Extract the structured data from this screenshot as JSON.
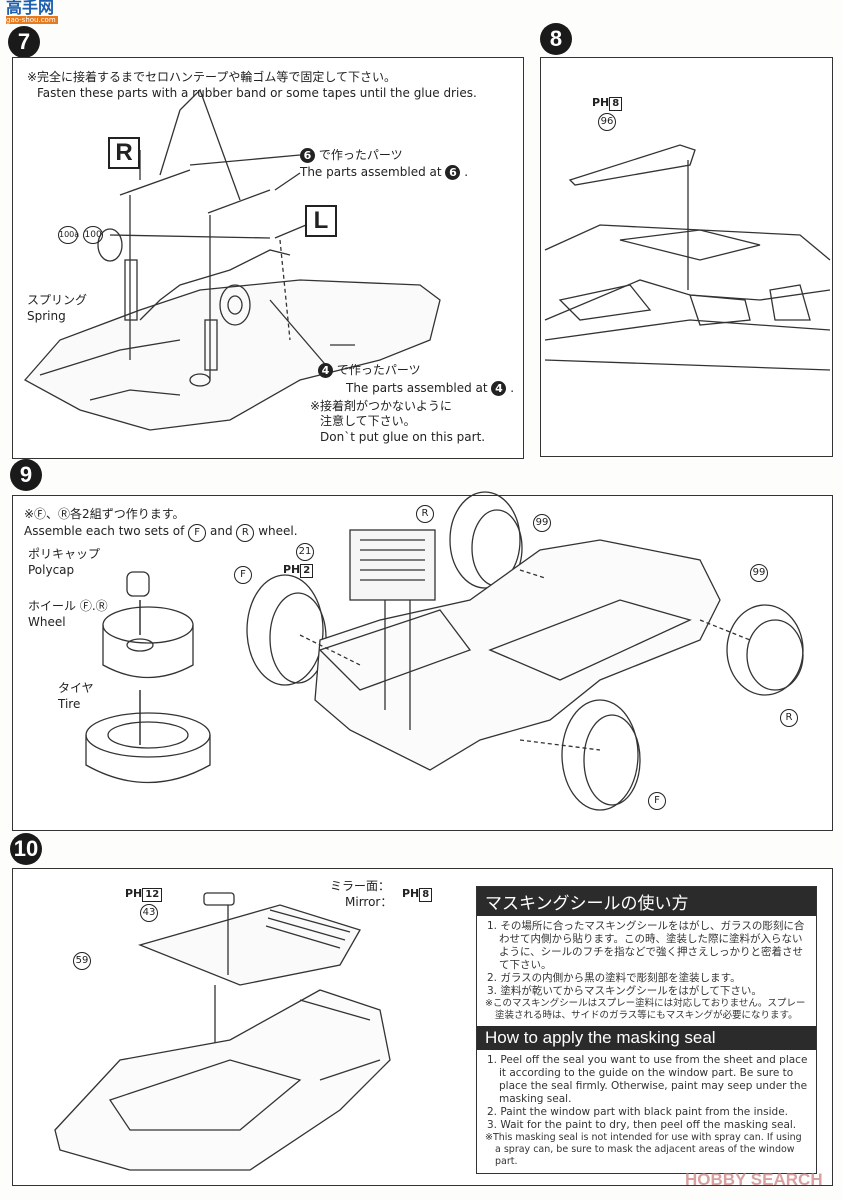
{
  "watermark_top": {
    "chars": "高手网",
    "url_text": "gao-shou.com"
  },
  "watermark_bottom": "HOBBY SEARCH",
  "step7": {
    "number": "7",
    "note_jp": "※完全に接着するまでセロハンテープや輪ゴム等で固定して下さい。",
    "note_en": "Fasten these parts with a rubber band or some tapes until the glue dries.",
    "side_r": "R",
    "side_l": "L",
    "ref6_num": "6",
    "ref6_jp": "で作ったパーツ",
    "ref6_en": "The parts assembled at",
    "ref6_en_num": "6",
    "part_a": "100a",
    "part_b": "100",
    "spring_jp": "スプリング",
    "spring_en": "Spring",
    "ref4_num": "4",
    "ref4_jp": "で作ったパーツ",
    "ref4_en": "The parts assembled at",
    "ref4_en_num": "4",
    "glue_jp1": "※接着剤がつかないように",
    "glue_jp2": "注意して下さい。",
    "glue_en": "Don`t put glue on this part."
  },
  "step8": {
    "number": "8",
    "paint_prefix": "PH",
    "paint_num": "8",
    "part": "96"
  },
  "step9": {
    "number": "9",
    "note_jp": "※Ⓕ、Ⓡ各2組ずつ作ります。",
    "note_en_a": "Assemble each two sets of",
    "note_en_f": "F",
    "note_en_and": "and",
    "note_en_r": "R",
    "note_en_b": "wheel.",
    "polycap_jp": "ポリキャップ",
    "polycap_en": "Polycap",
    "wheel_jp": "ホイール Ⓕ.Ⓡ",
    "wheel_en": "Wheel",
    "tire_jp": "タイヤ",
    "tire_en": "Tire",
    "label_f": "F",
    "label_r": "R",
    "part_21": "21",
    "paint_prefix": "PH",
    "paint_num": "2",
    "part_99": "99"
  },
  "step10": {
    "number": "10",
    "paint_prefix": "PH",
    "mirror_paint_num": "12",
    "part_43": "43",
    "part_59": "59",
    "mirror_face_jp": "ミラー面：",
    "mirror_face_en": "Mirror：",
    "mirror_face_paint_num": "8"
  },
  "masking": {
    "title_jp": "マスキングシールの使い方",
    "items_jp": [
      "1. その場所に合ったマスキングシールをはがし、ガラスの彫刻に合わせて内側から貼ります。この時、塗装した際に塗料が入らないように、シールのフチを指などで強く押さえしっかりと密着させて下さい。",
      "2. ガラスの内側から黒の塗料で彫刻部を塗装します。",
      "3. 塗料が乾いてからマスキングシールをはがして下さい。"
    ],
    "note_jp": "※このマスキングシールはスプレー塗料には対応しておりません。スプレー塗装される時は、サイドのガラス等にもマスキングが必要になります。",
    "title_en": "How to apply the masking seal",
    "items_en": [
      "1. Peel off the seal you want to use from the sheet and place it according to the guide on the window part. Be sure to place the seal firmly. Otherwise, paint may seep under the masking seal.",
      "2. Paint the window part with black paint from the inside.",
      "3. Wait for the paint to dry, then peel off the masking seal."
    ],
    "note_en": "※This masking seal is not intended for use with spray can. If using a spray can, be sure to mask the adjacent areas of the window part."
  }
}
